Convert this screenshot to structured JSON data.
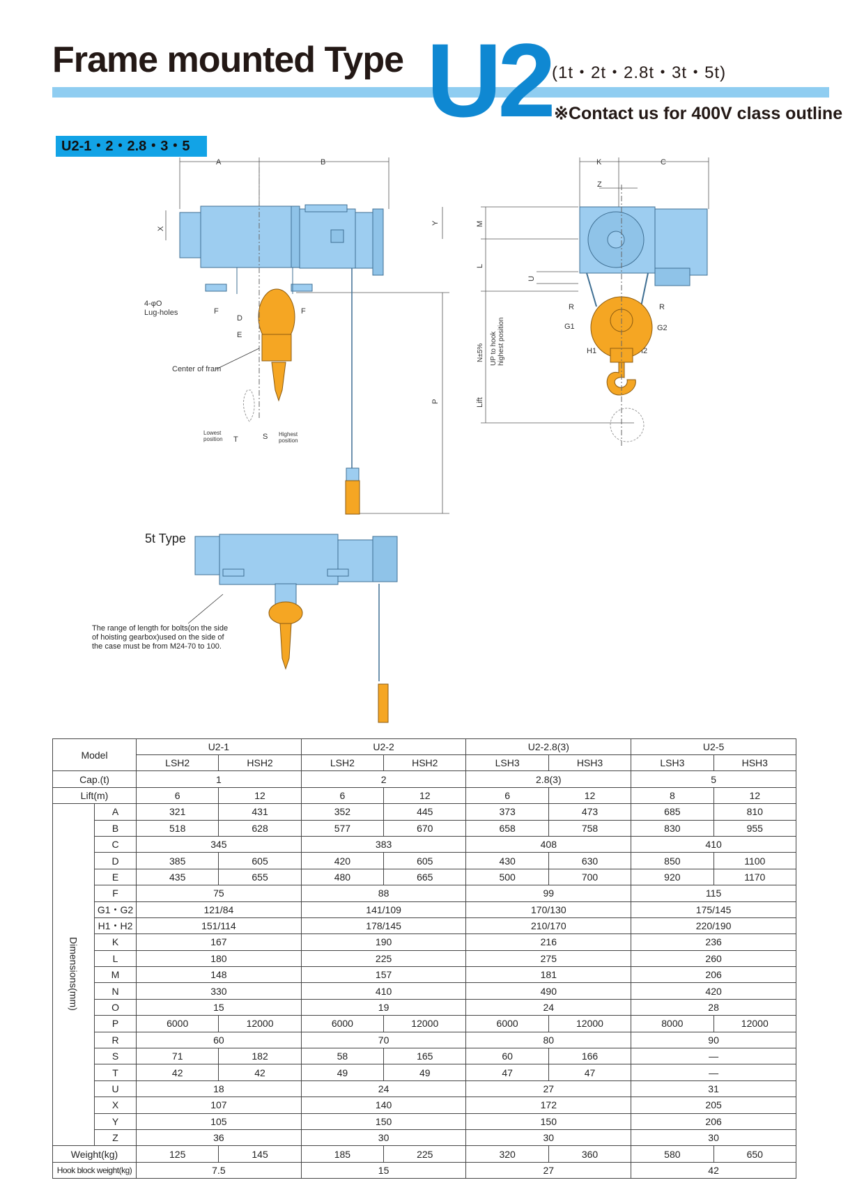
{
  "header": {
    "title": "Frame mounted Type",
    "model": "U2",
    "capacities": "(1t・2t・2.8t・3t・5t)",
    "contact_note": "※Contact us for 400V class outline"
  },
  "section_label": "U2-1・2・2.8・3・5",
  "drawing_labels": {
    "lug_holes": "4-φO\nLug-holes",
    "lug_holes_line1": "4-φO",
    "lug_holes_line2": "Lug-holes",
    "center_of_frame": "Center of fram",
    "lowest_position": "Lowest position",
    "highest_position": "Highest position",
    "up_to_hook": "UP to hook highest position",
    "n_tolerance": "N±5%",
    "lift": "Lift",
    "type_5t": "5t Type",
    "bolt_note": "The range of length for bolts(on the side of hoisting gearbox)used on the side of the case must be from M24-70 to 100."
  },
  "table": {
    "model_label": "Model",
    "models": [
      "U2-1",
      "U2-2",
      "U2-2.8(3)",
      "U2-5"
    ],
    "variants": [
      "LSH2",
      "HSH2",
      "LSH2",
      "HSH2",
      "LSH3",
      "HSH3",
      "LSH3",
      "HSH3"
    ],
    "cap_label": "Cap.(t)",
    "cap": [
      "1",
      "2",
      "2.8(3)",
      "5"
    ],
    "lift_label": "Lift(m)",
    "lift": [
      "6",
      "12",
      "6",
      "12",
      "6",
      "12",
      "8",
      "12"
    ],
    "dim_label": "Dimensions(mm)",
    "rows": [
      {
        "k": "A",
        "v": [
          "321",
          "431",
          "352",
          "445",
          "373",
          "473",
          "685",
          "810"
        ]
      },
      {
        "k": "B",
        "v": [
          "518",
          "628",
          "577",
          "670",
          "658",
          "758",
          "830",
          "955"
        ]
      },
      {
        "k": "C",
        "v": [
          "345",
          "383",
          "408",
          "410"
        ]
      },
      {
        "k": "D",
        "v": [
          "385",
          "605",
          "420",
          "605",
          "430",
          "630",
          "850",
          "1100"
        ]
      },
      {
        "k": "E",
        "v": [
          "435",
          "655",
          "480",
          "665",
          "500",
          "700",
          "920",
          "1170"
        ]
      },
      {
        "k": "F",
        "v": [
          "75",
          "88",
          "99",
          "115"
        ]
      },
      {
        "k": "G1・G2",
        "v": [
          "121/84",
          "141/109",
          "170/130",
          "175/145"
        ]
      },
      {
        "k": "H1・H2",
        "v": [
          "151/114",
          "178/145",
          "210/170",
          "220/190"
        ]
      },
      {
        "k": "K",
        "v": [
          "167",
          "190",
          "216",
          "236"
        ]
      },
      {
        "k": "L",
        "v": [
          "180",
          "225",
          "275",
          "260"
        ]
      },
      {
        "k": "M",
        "v": [
          "148",
          "157",
          "181",
          "206"
        ]
      },
      {
        "k": "N",
        "v": [
          "330",
          "410",
          "490",
          "420"
        ]
      },
      {
        "k": "O",
        "v": [
          "15",
          "19",
          "24",
          "28"
        ]
      },
      {
        "k": "P",
        "v": [
          "6000",
          "12000",
          "6000",
          "12000",
          "6000",
          "12000",
          "8000",
          "12000"
        ]
      },
      {
        "k": "R",
        "v": [
          "60",
          "70",
          "80",
          "90"
        ]
      },
      {
        "k": "S",
        "v": [
          "71",
          "182",
          "58",
          "165",
          "60",
          "166",
          "—"
        ]
      },
      {
        "k": "T",
        "v": [
          "42",
          "42",
          "49",
          "49",
          "47",
          "47",
          "—"
        ]
      },
      {
        "k": "U",
        "v": [
          "18",
          "24",
          "27",
          "31"
        ]
      },
      {
        "k": "X",
        "v": [
          "107",
          "140",
          "172",
          "205"
        ]
      },
      {
        "k": "Y",
        "v": [
          "105",
          "150",
          "150",
          "206"
        ]
      },
      {
        "k": "Z",
        "v": [
          "36",
          "30",
          "30",
          "30"
        ]
      }
    ],
    "weight_label": "Weight(kg)",
    "weight": [
      "125",
      "145",
      "185",
      "225",
      "320",
      "360",
      "580",
      "650"
    ],
    "hook_label": "Hook block weight(kg)",
    "hook": [
      "7.5",
      "15",
      "27",
      "42"
    ]
  },
  "colors": {
    "brand_blue": "#0f88d2",
    "rule_blue": "#8fcdf1",
    "tab_blue": "#12a3e6",
    "hoist_blue": "#9dcdf0",
    "hook_orange": "#f5a623"
  }
}
